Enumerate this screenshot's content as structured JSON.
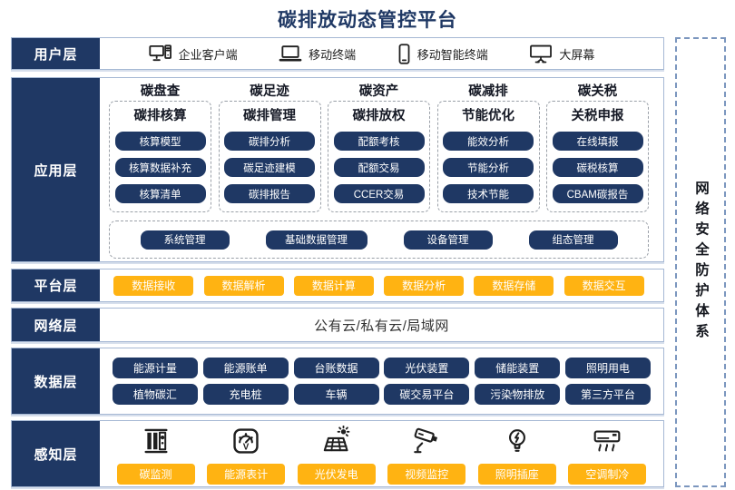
{
  "title": "碳排放动态管控平台",
  "colors": {
    "navy": "#1F3864",
    "yellow": "#FFB312",
    "box_border": "#A6B8D4",
    "dashed": "#9aa0a8"
  },
  "layers": {
    "user": {
      "label": "用户层",
      "items": [
        {
          "icon": "desktop-pc-icon",
          "label": "企业客户端"
        },
        {
          "icon": "laptop-icon",
          "label": "移动终端"
        },
        {
          "icon": "smartphone-icon",
          "label": "移动智能终端"
        },
        {
          "icon": "big-screen-icon",
          "label": "大屏幕"
        }
      ]
    },
    "application": {
      "label": "应用层",
      "columns": [
        {
          "header": "碳盘查",
          "subheader": "碳排核算",
          "items": [
            "核算模型",
            "核算数据补充",
            "核算清单"
          ]
        },
        {
          "header": "碳足迹",
          "subheader": "碳排管理",
          "items": [
            "碳排分析",
            "碳足迹建模",
            "碳排报告"
          ]
        },
        {
          "header": "碳资产",
          "subheader": "碳排放权",
          "items": [
            "配额考核",
            "配额交易",
            "CCER交易"
          ]
        },
        {
          "header": "碳减排",
          "subheader": "节能优化",
          "items": [
            "能效分析",
            "节能分析",
            "技术节能"
          ]
        },
        {
          "header": "碳关税",
          "subheader": "关税申报",
          "items": [
            "在线填报",
            "碳税核算",
            "CBAM碳报告"
          ]
        }
      ],
      "management": {
        "items": [
          "系统管理",
          "基础数据管理",
          "设备管理",
          "组态管理"
        ]
      }
    },
    "platform": {
      "label": "平台层",
      "items": [
        "数据接收",
        "数据解析",
        "数据计算",
        "数据分析",
        "数据存储",
        "数据交互"
      ]
    },
    "network": {
      "label": "网络层",
      "text": "公有云/私有云/局域网"
    },
    "data": {
      "label": "数据层",
      "rows": [
        [
          "能源计量",
          "能源账单",
          "台账数据",
          "光伏装置",
          "储能装置",
          "照明用电"
        ],
        [
          "植物碳汇",
          "充电桩",
          "车辆",
          "碳交易平台",
          "污染物排放",
          "第三方平台"
        ]
      ]
    },
    "perception": {
      "label": "感知层",
      "items": [
        {
          "icon": "carbon-monitoring-icon",
          "label": "碳监测"
        },
        {
          "icon": "energy-meter-icon",
          "label": "能源表计"
        },
        {
          "icon": "solar-power-icon",
          "label": "光伏发电"
        },
        {
          "icon": "cctv-camera-icon",
          "label": "视频监控"
        },
        {
          "icon": "light-bulb-icon",
          "label": "照明插座"
        },
        {
          "icon": "air-conditioner-icon",
          "label": "空调制冷"
        }
      ]
    }
  },
  "security_sidebar": {
    "text": "网络安全防护体系"
  }
}
